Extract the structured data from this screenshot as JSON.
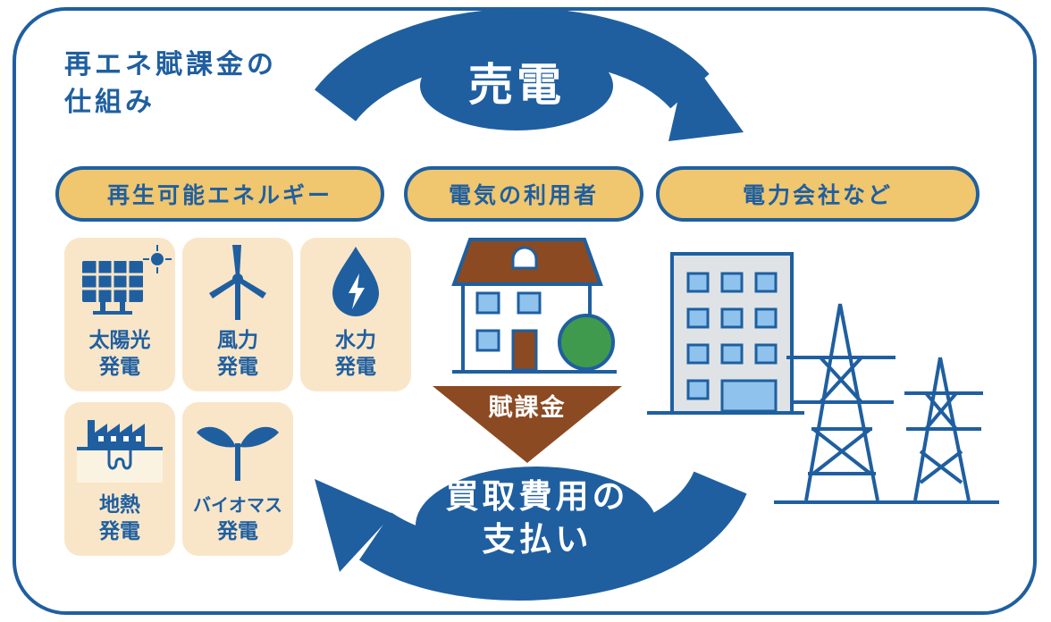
{
  "title": [
    "再エネ賦課金の",
    "仕組み"
  ],
  "flow": {
    "top_arrow": "売電",
    "bottom_arrow": [
      "買取費用の",
      "支払い"
    ],
    "down_arrow": "賦課金"
  },
  "parties": {
    "renewable": "再生可能エネルギー",
    "user": "電気の利用者",
    "company": "電力会社など"
  },
  "sources": [
    {
      "icon": "solar-panel-icon",
      "label": [
        "太陽光",
        "発電"
      ]
    },
    {
      "icon": "wind-turbine-icon",
      "label": [
        "風力",
        "発電"
      ]
    },
    {
      "icon": "water-drop-icon",
      "label": [
        "水力",
        "発電"
      ]
    },
    {
      "icon": "factory-icon",
      "label": [
        "地熱",
        "発電"
      ]
    },
    {
      "icon": "sprout-icon",
      "label": [
        "バイオマス",
        "発電"
      ]
    }
  ],
  "colors": {
    "navy": "#1f5fa0",
    "pill": "#f0c66e",
    "tile": "#f9e6c8",
    "brown": "#8b4a22",
    "tree": "#3f9a4e"
  }
}
